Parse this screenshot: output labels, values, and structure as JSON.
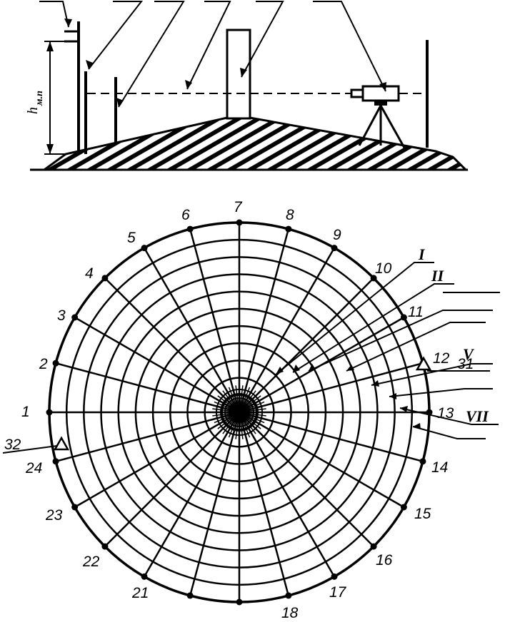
{
  "elevation": {
    "height_label": "h",
    "height_subscript": "м.п"
  },
  "spokes": [
    "1",
    "2",
    "3",
    "4",
    "5",
    "6",
    "7",
    "8",
    "9",
    "10",
    "11",
    "12",
    "13",
    "14",
    "15",
    "16",
    "17",
    "18",
    "21",
    "22",
    "23",
    "24"
  ],
  "benchmarks": [
    "31",
    "32"
  ],
  "rings": [
    "I",
    "II",
    "V",
    "VII"
  ],
  "colors": {
    "ink": "#000000",
    "paper": "#ffffff"
  }
}
